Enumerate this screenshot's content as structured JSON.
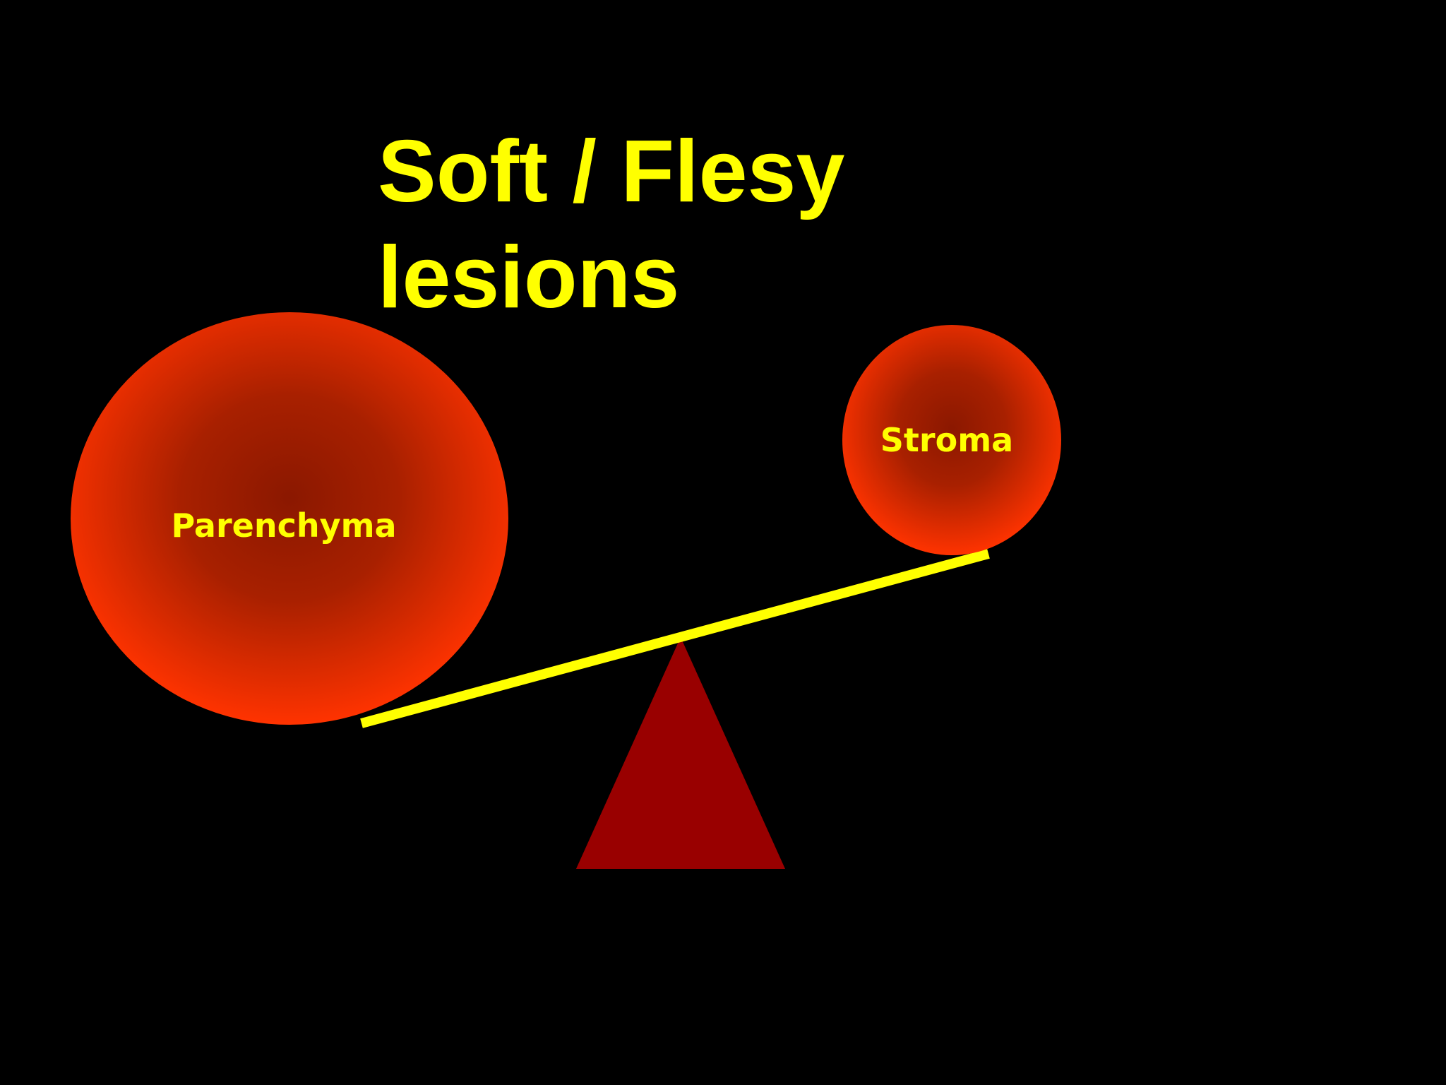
{
  "title": {
    "line1": "Soft / Flesy",
    "line2": "lesions"
  },
  "labels": {
    "parenchyma": "Parenchyma",
    "stroma": "Stroma"
  },
  "colors": {
    "background": "#000000",
    "text": "#ffff00",
    "ball_outer": "#ff3300",
    "ball_inner": "#8b1800",
    "beam": "#ffff00",
    "fulcrum": "#990000"
  }
}
